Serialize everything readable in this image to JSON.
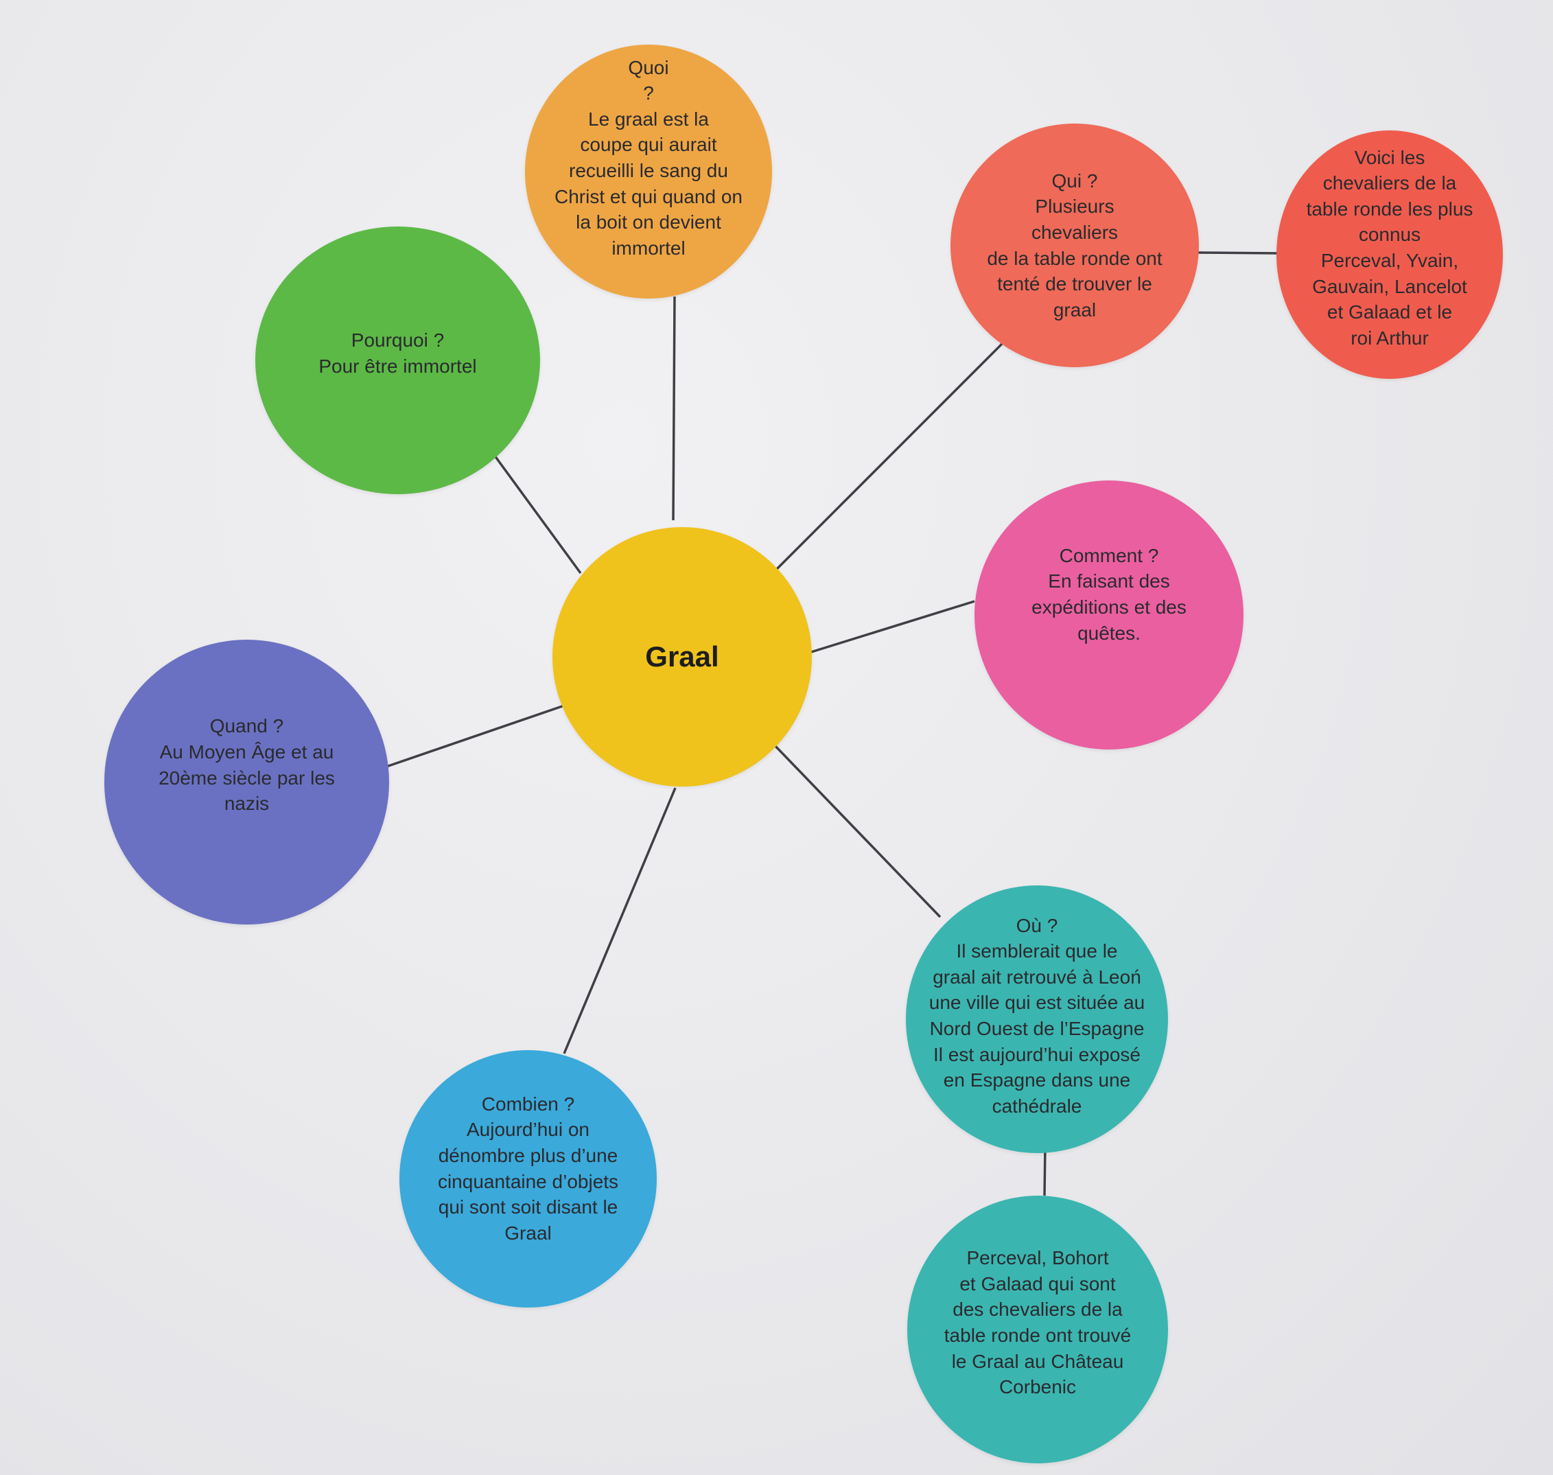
{
  "center": {
    "label": "Graal",
    "color": "#f0c21c"
  },
  "nodes": {
    "quoi": {
      "text": "Quoi\n?\nLe graal est la\ncoupe qui aurait\nrecueilli le sang du\nChrist et qui quand on\nla boit on devient\nimmortel",
      "color": "#eea644"
    },
    "qui": {
      "text": "Qui ?\nPlusieurs\nchevaliers\nde la table ronde ont\ntenté de trouver le\ngraal",
      "color": "#ef6a58"
    },
    "voici": {
      "text": "Voici les\nchevaliers de la\ntable ronde les plus\nconnus\nPerceval, Yvain,\nGauvain, Lancelot\net Galaad et le\nroi Arthur",
      "color": "#ef5c4e"
    },
    "pourquoi": {
      "text": "Pourquoi ?\nPour être immortel",
      "color": "#5cb946"
    },
    "comment": {
      "text": "Comment ?\nEn faisant des\nexpéditions et des\nquêtes.",
      "color": "#ea5fa0"
    },
    "quand": {
      "text": "Quand ?\nAu Moyen Âge et au\n20ème siècle par les\nnazis",
      "color": "#6a71c2"
    },
    "ou": {
      "text": "Où ?\nIl semblerait que le\ngraal ait retrouvé à Leoń\nune ville qui est située au\nNord Ouest de l’Espagne\nIl est aujourd’hui exposé\nen Espagne dans une\ncathédrale",
      "color": "#3bb5b0"
    },
    "combien": {
      "text": "Combien ?\nAujourd’hui on\ndénombre plus d’une\ncinquantaine d’objets\nqui sont soit disant le\nGraal",
      "color": "#3ba9da"
    },
    "perceval": {
      "text": "Perceval, Bohort\net Galaad qui sont\ndes chevaliers de la\ntable ronde ont trouvé\nle Graal au Château\nCorbenic",
      "color": "#3bb5b0"
    }
  }
}
